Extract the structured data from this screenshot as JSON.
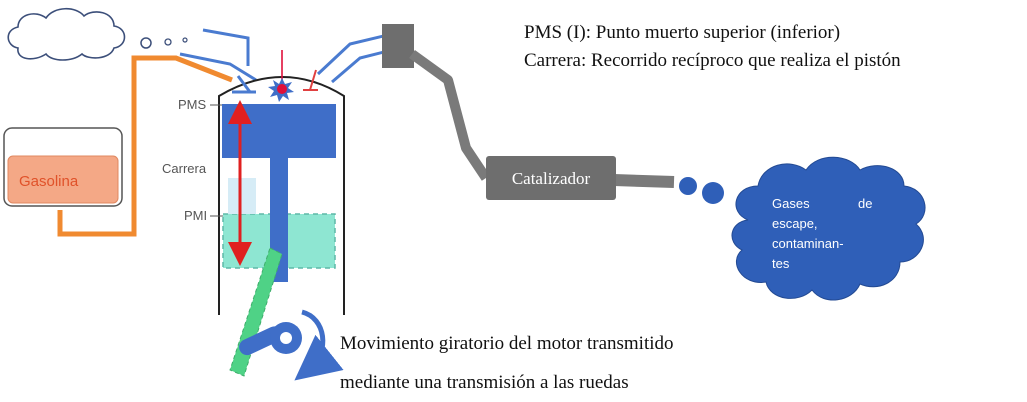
{
  "definitions": {
    "pms": "PMS (I): Punto muerto superior (inferior)",
    "carrera": "Carrera: Recorrido recíproco que realiza el pistón"
  },
  "tank": {
    "label": "Gasolina"
  },
  "cylinder_labels": {
    "pms": "PMS",
    "carrera": "Carrera",
    "pmi": "PMI"
  },
  "catalyst": {
    "label": "Catalizador"
  },
  "exhaust_cloud": {
    "line1_left": "Gases",
    "line1_right": "de",
    "line2": "escape,",
    "line3": "contaminan-",
    "line4": "tes"
  },
  "caption": {
    "line1": "Movimiento giratorio del motor transmitido",
    "line2": "mediante una transmisión a las ruedas"
  },
  "colors": {
    "fuel_line": "#f08a30",
    "tank_fill": "#f4a886",
    "tank_label": "#e0522a",
    "piston": "#3f6ec8",
    "valves": "#4a7bd0",
    "pmi_zone": "#8ee6d2",
    "stroke_arrow": "#e02020",
    "connecting_rod": "#4fd286",
    "catalyst": "#6e6e6e",
    "exhaust_pipe": "#7a7a7a",
    "exhaust_cloud": "#2f5fb8",
    "ignition": "#e0103a"
  }
}
